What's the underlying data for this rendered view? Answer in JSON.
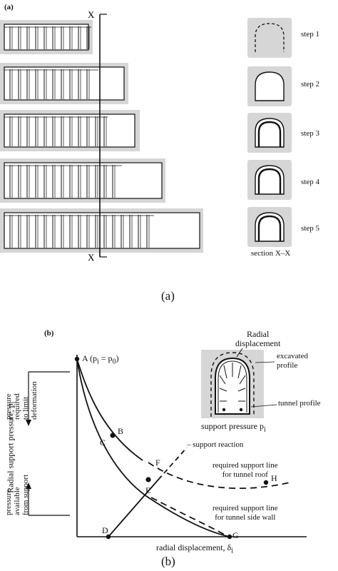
{
  "panel_a": {
    "label": "(a)",
    "section_marker": "X",
    "steps": [
      "step 1",
      "step 2",
      "step 3",
      "step 4",
      "step 5"
    ],
    "section_caption": "section X–X",
    "caption": "(a)"
  },
  "panel_b": {
    "label": "(b)",
    "y_axis_label": "Radial support pressure, p",
    "y_axis_sub": "i",
    "x_axis_label": "radial displacement, δ",
    "x_axis_sub": "i",
    "point_a": "A (p",
    "point_a_sub": "i",
    "point_a_eq": " = p",
    "point_a_sub0": "0",
    "point_a_close": ")",
    "points": {
      "B": "B",
      "C": "C",
      "D": "D",
      "E": "E",
      "F": "F",
      "G": "G",
      "H": "H"
    },
    "pressure_required": [
      "pressure",
      "required",
      "to limit",
      "deformation"
    ],
    "pressure_available": [
      "pressure",
      "available",
      "from support"
    ],
    "support_reaction": "– support reaction",
    "roof_line": [
      "required support line",
      "for tunnel roof"
    ],
    "wall_line": [
      "required support line",
      "for tunnel side wall"
    ],
    "inset": {
      "radial_displacement": [
        "Radial",
        "displacement"
      ],
      "excavated_profile": [
        "excavated",
        "profile"
      ],
      "tunnel_profile": "tunnel profile",
      "support_pressure": "support pressure p",
      "support_pressure_sub": "i"
    },
    "caption": "(b)"
  },
  "colors": {
    "shade": "#d6d6d6",
    "ink": "#111111"
  }
}
